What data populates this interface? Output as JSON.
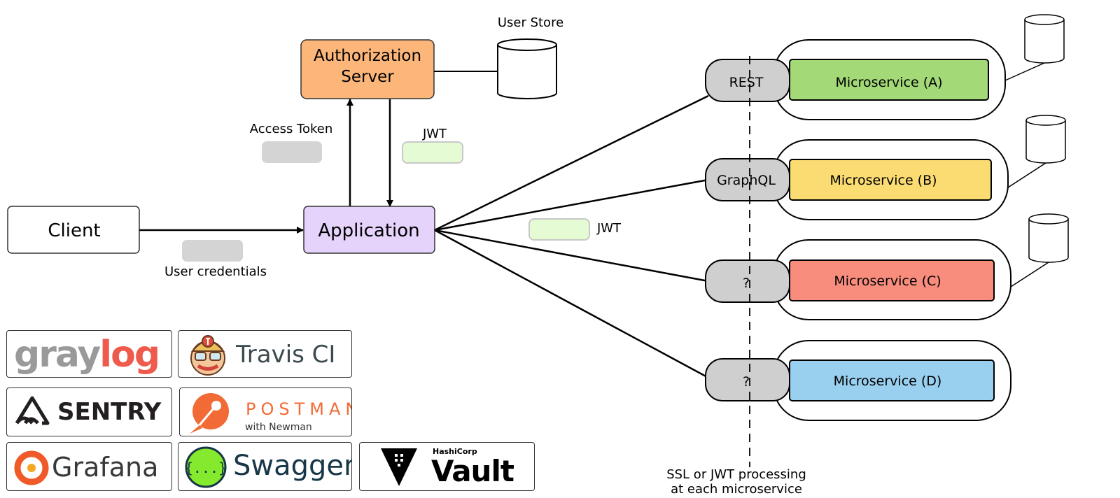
{
  "auth_server": {
    "line1": "Authorization",
    "line2": "Server"
  },
  "user_store": "User Store",
  "access_token": "Access Token",
  "jwt_top": "JWT",
  "jwt_mid": "JWT",
  "client": "Client",
  "application": "Application",
  "user_credentials": "User credentials",
  "gateways": [
    {
      "label": "REST"
    },
    {
      "label": "GraphQL"
    },
    {
      "label": "?"
    },
    {
      "label": "?"
    }
  ],
  "microservices": [
    {
      "label": "Microservice (A)",
      "color": "#a3d977"
    },
    {
      "label": "Microservice (B)",
      "color": "#fbdc73"
    },
    {
      "label": "Microservice (C)",
      "color": "#f88c7d"
    },
    {
      "label": "Microservice (D)",
      "color": "#99cfef"
    }
  ],
  "ssl_note": {
    "line1": "SSL or  JWT processing",
    "line2": "at each microservice"
  },
  "colors": {
    "auth_server": "#fdb67a",
    "application": "#e5d3fb",
    "token_gray": "#d4d4d4",
    "jwt_green": "#e5fbd4",
    "gateway": "#cfcfcf"
  },
  "logos": {
    "graylog": {
      "text_a": "gray",
      "text_b": "log"
    },
    "travis": {
      "text": "Travis CI"
    },
    "sentry": {
      "text": "SENTRY"
    },
    "postman": {
      "text": "POSTMAN",
      "sub": "with Newman"
    },
    "grafana": {
      "text": "Grafana"
    },
    "swagger": {
      "text": "Swagger",
      "icon_text": "{...}"
    },
    "vault": {
      "small": "HashiCorp",
      "text": "Vault"
    }
  }
}
